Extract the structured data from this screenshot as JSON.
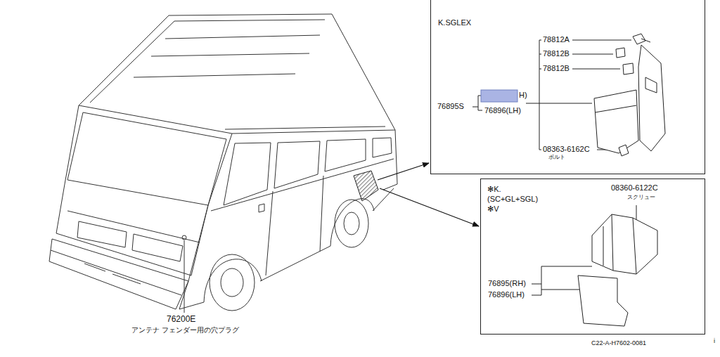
{
  "diagram": {
    "nodes": [
      {
        "text": [
          "K.SGLEX"
        ]
      },
      {
        "text": [
          "✻K.(SC+GL+SGL) ✻V"
        ]
      }
    ],
    "labels": [
      "78812A",
      "78812B",
      "78812B",
      "76895S",
      "H)",
      "76896(LH)",
      "08363-6162C",
      "ボルト",
      "08360-6122C",
      "スクリュー",
      "76895(RH)",
      "76896(LH)",
      "76200E",
      "アンテナ フェンダー用の穴プラグ",
      "C22-A-H7602-0081",
      "i"
    ]
  }
}
